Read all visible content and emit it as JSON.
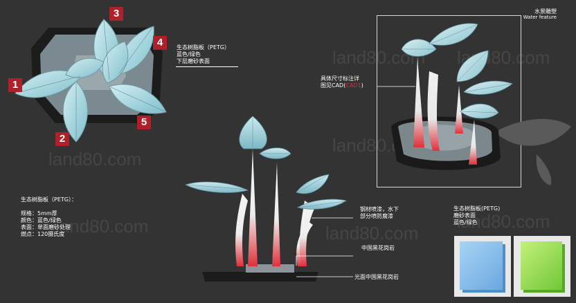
{
  "watermark": "land80.com",
  "badges": [
    "1",
    "2",
    "3",
    "4",
    "5"
  ],
  "corner_title": {
    "cn": "水景雕塑",
    "en": "Water feature"
  },
  "plan_label": [
    "生态树脂板（PETG）",
    "蓝色/绿色",
    "下层磨砂表面"
  ],
  "cad_note": {
    "line1": "具体尺寸标注详",
    "line2_prefix": "图见CAD(",
    "line2_highlight": "CAD1",
    "line2_suffix": ")"
  },
  "spec_block": {
    "title": "生态树脂板（PETG）：",
    "lines": [
      "规格：5mm厚",
      "颜色：蓝色/绿色",
      "表面：单面磨砂处理",
      "燃点：120摄氏度"
    ]
  },
  "callouts": {
    "steel": [
      "钢材喷漆，水下",
      "部分喷防腐漆"
    ],
    "granite": "中国黑花岗岩",
    "polished": "光面中国黑花岗岩"
  },
  "swatch_label": [
    "生态树脂板(PETG)",
    "磨砂表面",
    "蓝色/绿色"
  ],
  "colors": {
    "badge": "#b0202a",
    "leaf": "#a8d8e0",
    "stem_red": "#e0303a",
    "highlight": "#e0303a",
    "blue_swatch": "#7fb8e8",
    "green_swatch": "#8fe050"
  }
}
